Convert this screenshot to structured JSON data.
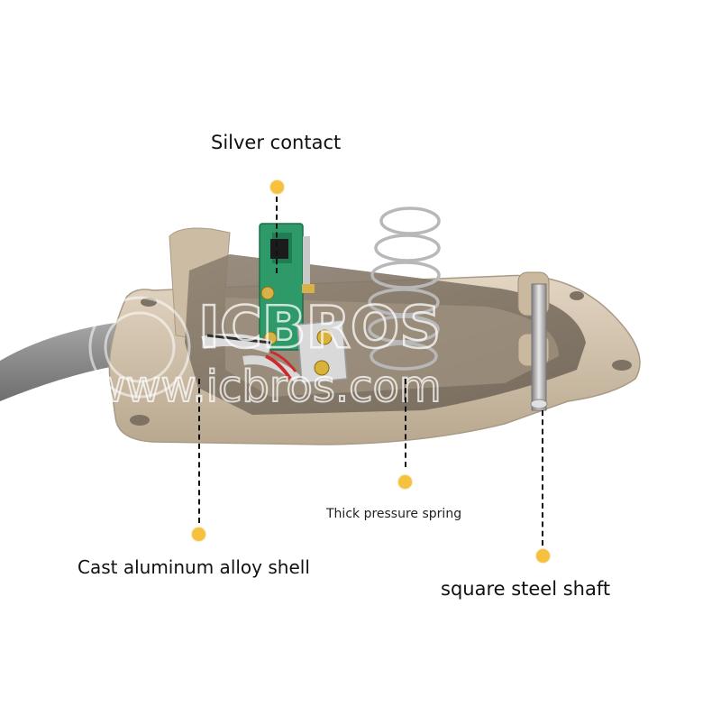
{
  "callouts": {
    "silver_contact": "Silver contact",
    "pressure_spring": "Thick pressure spring",
    "shell": "Cast aluminum alloy shell",
    "shaft": "square steel shaft"
  },
  "watermark": {
    "brand": "ICBROS",
    "url": "www.icbros.com"
  },
  "colors": {
    "accent_dot": "#f6c23d",
    "housing": "#d6c7b0",
    "switch_body": "#2e9a6a",
    "cable": "#8d8d8d"
  }
}
